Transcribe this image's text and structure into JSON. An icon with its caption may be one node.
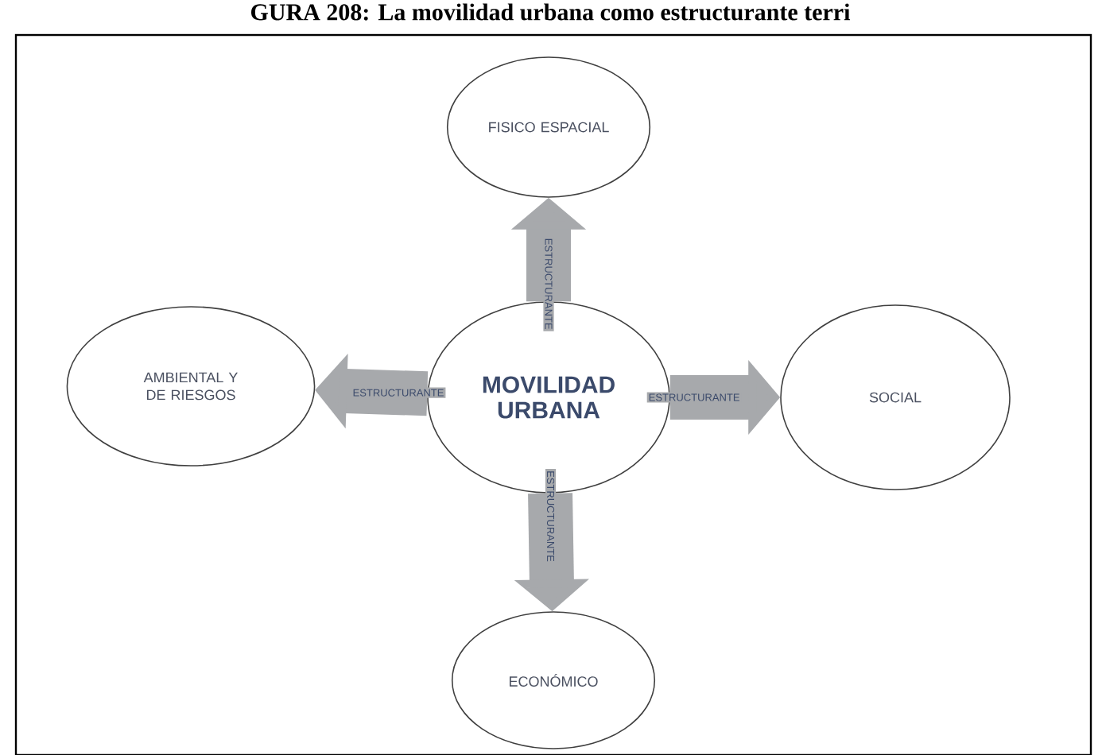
{
  "diagram": {
    "title": "GURA 208: La movilidad urbana como estructurante terri",
    "nodes": [
      {
        "text": [
          "FISICO ESPACIAL"
        ]
      },
      {
        "text": [
          "AMBIENTAL Y DE RIESGOS"
        ]
      },
      {
        "text": [
          "MOVILIDAD URBANA"
        ]
      },
      {
        "text": [
          "SOCIAL"
        ]
      },
      {
        "text": [
          "ECONÓMICO"
        ]
      }
    ],
    "edges": [
      {
        "from": 2,
        "to": 0,
        "arrow": "to",
        "label": "ESTRUCTURANTE"
      },
      {
        "from": 2,
        "to": 1,
        "arrow": "to",
        "label": "ESTRUCTURANTE"
      },
      {
        "from": 2,
        "to": 3,
        "arrow": "to",
        "label": "ESTRUCTURANTE"
      },
      {
        "from": 2,
        "to": 4,
        "arrow": "to",
        "label": "ESTRUCTURANTE"
      }
    ]
  }
}
